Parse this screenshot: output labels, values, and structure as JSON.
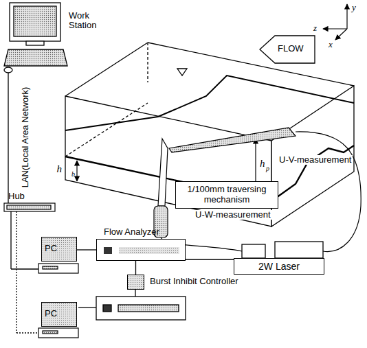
{
  "diagram": {
    "nodes": [
      {
        "text": [
          "1/100mm traversing mechanism"
        ]
      },
      {
        "text": [
          "PC"
        ]
      },
      {
        "text": [
          "Flow Analyzer"
        ]
      },
      {
        "text": [
          "Burst Inhibit Controller"
        ]
      },
      {
        "text": [
          "PC"
        ]
      },
      {
        "text": [
          "2W Laser"
        ]
      }
    ],
    "edges": [
      {
        "from": 1,
        "to": 2,
        "arrow": "none"
      },
      {
        "from": 2,
        "to": 5,
        "arrow": "none"
      },
      {
        "from": 2,
        "to": 3,
        "arrow": "none"
      }
    ],
    "labels": [
      "Work Station",
      "LAN(Local Area Network)",
      "Hub",
      "U-V-measurement",
      "U-W-measurement",
      "FLOW",
      "z",
      "y",
      "x",
      "h",
      "p",
      "h",
      "b"
    ]
  }
}
